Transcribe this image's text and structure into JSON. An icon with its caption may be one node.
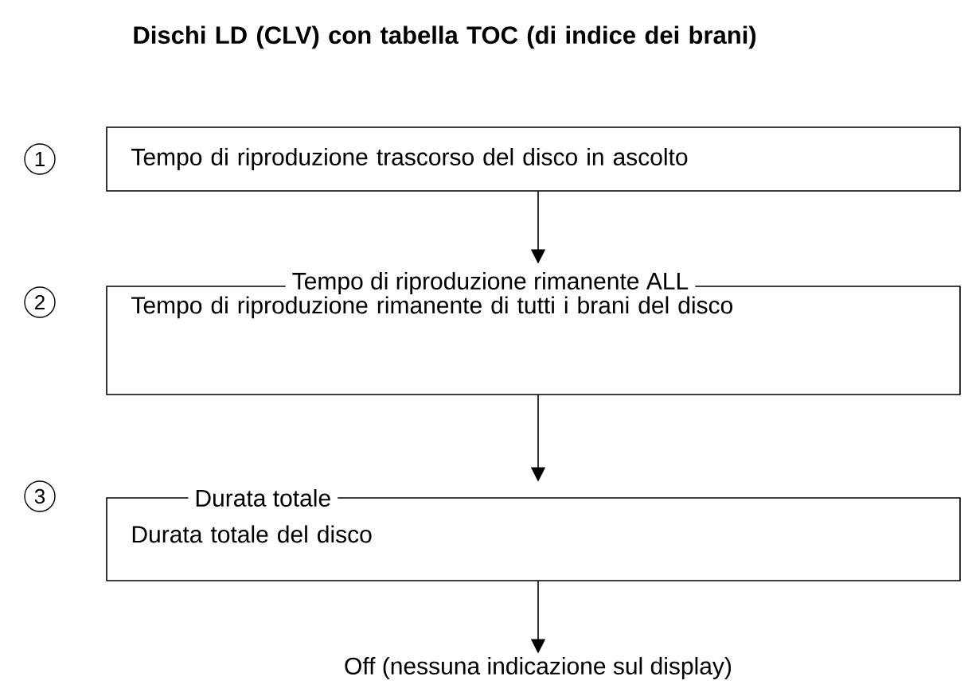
{
  "diagram": {
    "title": "Dischi LD (CLV) con tabella TOC (di indice dei brani)",
    "nodes": [
      {
        "text": [
          "Tempo di riproduzione trascorso del disco in ascolto"
        ],
        "beside": [
          "1"
        ]
      },
      {
        "text": [
          "Tempo di riproduzione rimanente ALL",
          "Tempo di riproduzione rimanente di tutti i brani del disco"
        ],
        "beside": [
          "2"
        ]
      },
      {
        "text": [
          "Durata totale",
          "Durata totale del disco"
        ],
        "beside": [
          "3"
        ]
      },
      {
        "text": [
          "Off (nessuna indicazione sul display)"
        ]
      }
    ],
    "edges": [
      {
        "from": 0,
        "to": 1,
        "arrow": "to"
      },
      {
        "from": 1,
        "to": 2,
        "arrow": "to"
      },
      {
        "from": 2,
        "to": 3,
        "arrow": "to"
      }
    ]
  }
}
